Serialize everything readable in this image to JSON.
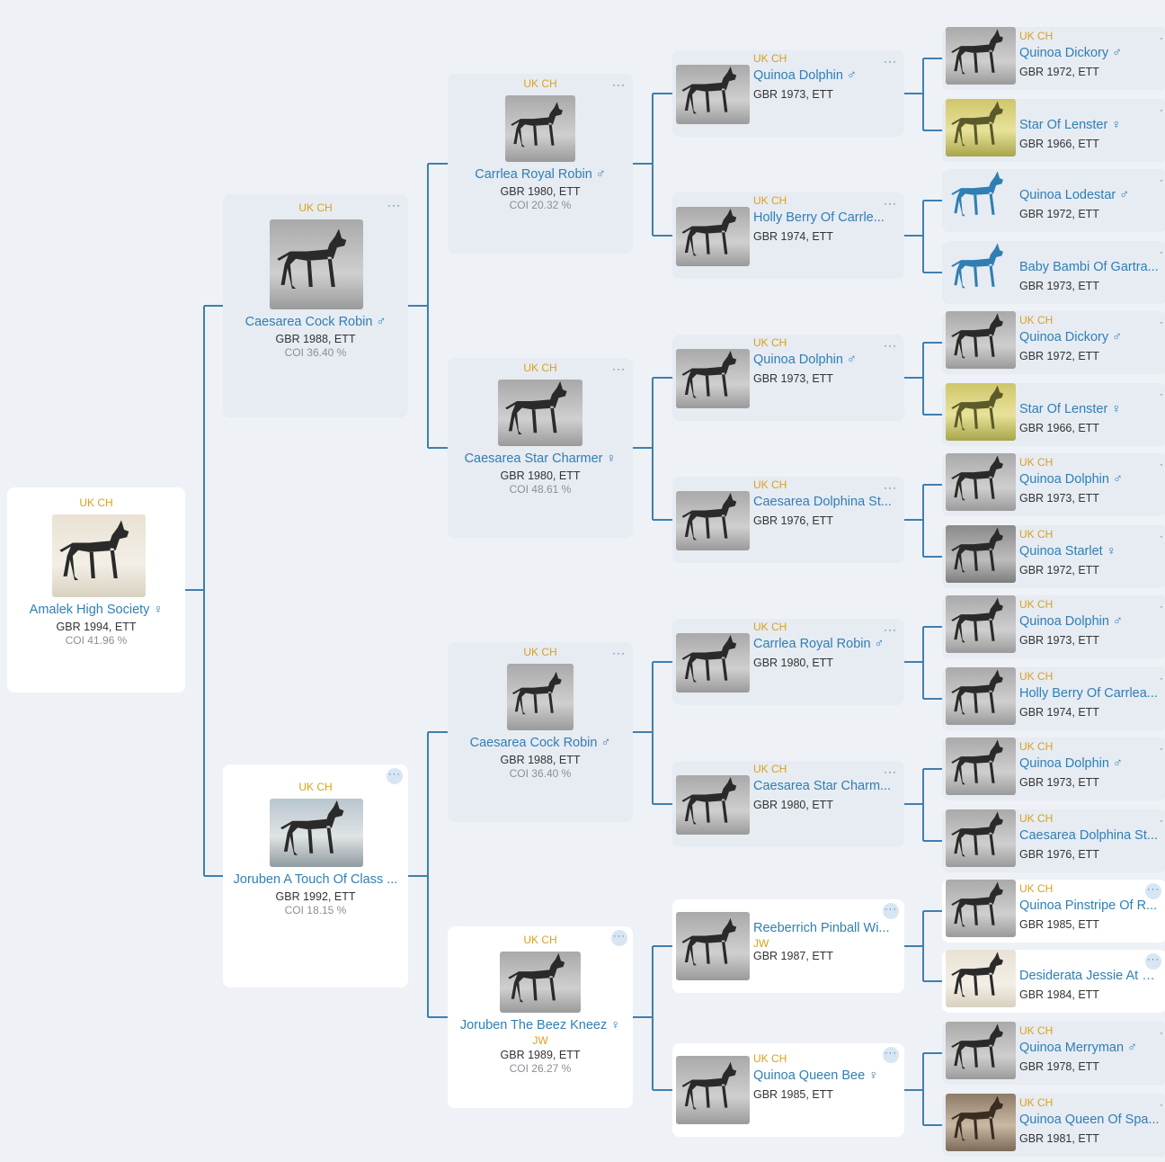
{
  "ui": {
    "more_label": "···",
    "sex_male": "♂",
    "sex_female": "♀"
  },
  "dogs": [
    {
      "id": "root",
      "title": "UK CH",
      "name": "Amalek High Society",
      "sex": "female",
      "meta_gbr": "GBR 1994,",
      "meta_breed": "ETT",
      "coi": "COI 41.96 %",
      "photo": "color"
    },
    {
      "id": "g1a",
      "title": "UK CH",
      "name": "Caesarea Cock Robin",
      "sex": "male",
      "meta_gbr": "GBR 1988,",
      "meta_breed": "ETT",
      "coi": "COI 36.40 %",
      "photo": "gray"
    },
    {
      "id": "g1b",
      "title": "UK CH",
      "name": "Joruben A Touch Of Class ...",
      "sex": "",
      "meta_gbr": "GBR 1992,",
      "meta_breed": "ETT",
      "coi": "COI 18.15 %",
      "photo": "blue"
    },
    {
      "id": "g2a",
      "title": "UK CH",
      "name": "Carrlea Royal Robin",
      "sex": "male",
      "meta_gbr": "GBR 1980,",
      "meta_breed": "ETT",
      "coi": "COI 20.32 %",
      "photo": "gray"
    },
    {
      "id": "g2b",
      "title": "UK CH",
      "name": "Caesarea Star Charmer",
      "sex": "female",
      "meta_gbr": "GBR 1980,",
      "meta_breed": "ETT",
      "coi": "COI 48.61 %",
      "photo": "gray"
    },
    {
      "id": "g2c",
      "title": "UK CH",
      "name": "Caesarea Cock Robin",
      "sex": "male",
      "meta_gbr": "GBR 1988,",
      "meta_breed": "ETT",
      "coi": "COI 36.40 %",
      "photo": "gray"
    },
    {
      "id": "g2d",
      "title": "UK CH",
      "name": "Joruben The Beez Kneez",
      "sex": "female",
      "jw": "JW",
      "meta_gbr": "GBR 1989,",
      "meta_breed": "ETT",
      "coi": "COI 26.27 %",
      "photo": "gray"
    },
    {
      "id": "g3a",
      "title": "UK CH",
      "name": "Quinoa Dolphin",
      "sex": "male",
      "meta_gbr": "GBR 1973,",
      "meta_breed": "ETT",
      "photo": "gray"
    },
    {
      "id": "g3b",
      "title": "UK CH",
      "name": "Holly Berry Of Carrle...",
      "sex": "",
      "meta_gbr": "GBR 1974,",
      "meta_breed": "ETT",
      "photo": "gray"
    },
    {
      "id": "g3c",
      "title": "UK CH",
      "name": "Quinoa Dolphin",
      "sex": "male",
      "meta_gbr": "GBR 1973,",
      "meta_breed": "ETT",
      "photo": "gray"
    },
    {
      "id": "g3d",
      "title": "UK CH",
      "name": "Caesarea Dolphina St...",
      "sex": "",
      "meta_gbr": "GBR 1976,",
      "meta_breed": "ETT",
      "photo": "gray"
    },
    {
      "id": "g3e",
      "title": "UK CH",
      "name": "Carrlea Royal Robin",
      "sex": "male",
      "meta_gbr": "GBR 1980,",
      "meta_breed": "ETT",
      "photo": "gray"
    },
    {
      "id": "g3f",
      "title": "UK CH",
      "name": "Caesarea Star Charm...",
      "sex": "",
      "meta_gbr": "GBR 1980,",
      "meta_breed": "ETT",
      "photo": "gray"
    },
    {
      "id": "g3g",
      "title": "",
      "name": "Reeberrich Pinball Wi...",
      "sex": "",
      "jw": "JW",
      "meta_gbr": "GBR 1987,",
      "meta_breed": "ETT",
      "photo": "gray"
    },
    {
      "id": "g3h",
      "title": "UK CH",
      "name": "Quinoa Queen Bee",
      "sex": "female",
      "meta_gbr": "GBR 1985,",
      "meta_breed": "ETT",
      "photo": "gray"
    },
    {
      "id": "g4a",
      "title": "UK CH",
      "name": "Quinoa Dickory",
      "sex": "male",
      "meta_gbr": "GBR 1972,",
      "meta_breed": "ETT",
      "photo": "gray"
    },
    {
      "id": "g4b",
      "title": "",
      "name": "Star Of Lenster",
      "sex": "female",
      "meta_gbr": "GBR 1966,",
      "meta_breed": "ETT",
      "photo": "yellow"
    },
    {
      "id": "g4c",
      "title": "",
      "name": "Quinoa Lodestar",
      "sex": "male",
      "meta_gbr": "GBR 1972,",
      "meta_breed": "ETT",
      "photo": "none"
    },
    {
      "id": "g4d",
      "title": "",
      "name": "Baby Bambi Of Gartra...",
      "sex": "",
      "meta_gbr": "GBR 1973,",
      "meta_breed": "ETT",
      "photo": "none"
    },
    {
      "id": "g4e",
      "title": "UK CH",
      "name": "Quinoa Dickory",
      "sex": "male",
      "meta_gbr": "GBR 1972,",
      "meta_breed": "ETT",
      "photo": "gray"
    },
    {
      "id": "g4f",
      "title": "",
      "name": "Star Of Lenster",
      "sex": "female",
      "meta_gbr": "GBR 1966,",
      "meta_breed": "ETT",
      "photo": "yellow"
    },
    {
      "id": "g4g",
      "title": "UK CH",
      "name": "Quinoa Dolphin",
      "sex": "male",
      "meta_gbr": "GBR 1973,",
      "meta_breed": "ETT",
      "photo": "gray"
    },
    {
      "id": "g4h",
      "title": "UK CH",
      "name": "Quinoa Starlet",
      "sex": "female",
      "meta_gbr": "GBR 1972,",
      "meta_breed": "ETT",
      "photo": "dark"
    },
    {
      "id": "g4i",
      "title": "UK CH",
      "name": "Quinoa Dolphin",
      "sex": "male",
      "meta_gbr": "GBR 1973,",
      "meta_breed": "ETT",
      "photo": "gray"
    },
    {
      "id": "g4j",
      "title": "UK CH",
      "name": "Holly Berry Of Carrlea...",
      "sex": "",
      "meta_gbr": "GBR 1974,",
      "meta_breed": "ETT",
      "photo": "gray"
    },
    {
      "id": "g4k",
      "title": "UK CH",
      "name": "Quinoa Dolphin",
      "sex": "male",
      "meta_gbr": "GBR 1973,",
      "meta_breed": "ETT",
      "photo": "gray"
    },
    {
      "id": "g4l",
      "title": "UK CH",
      "name": "Caesarea Dolphina St...",
      "sex": "",
      "meta_gbr": "GBR 1976,",
      "meta_breed": "ETT",
      "photo": "gray"
    },
    {
      "id": "g4m",
      "title": "UK CH",
      "name": "Quinoa Pinstripe Of R...",
      "sex": "",
      "meta_gbr": "GBR 1985,",
      "meta_breed": "ETT",
      "photo": "gray"
    },
    {
      "id": "g4n",
      "title": "",
      "name": "Desiderata Jessie At D...",
      "sex": "",
      "meta_gbr": "GBR 1984,",
      "meta_breed": "ETT",
      "photo": "color"
    },
    {
      "id": "g4o",
      "title": "UK CH",
      "name": "Quinoa Merryman",
      "sex": "male",
      "meta_gbr": "GBR 1978,",
      "meta_breed": "ETT",
      "photo": "gray"
    },
    {
      "id": "g4p",
      "title": "UK CH",
      "name": "Quinoa Queen Of Spa...",
      "sex": "",
      "meta_gbr": "GBR 1981,",
      "meta_breed": "ETT",
      "photo": "sepia"
    }
  ],
  "colors": {
    "link": "#2f7fb3",
    "title_gold": "#d9a21b",
    "connector": "#3f7fb0",
    "card_highlight": "#ffffff",
    "card_muted": "#e7ebf2",
    "background": "#eef1f6"
  },
  "icons": {
    "more": "more-dots-icon",
    "placeholder": "dog-silhouette-icon",
    "male": "male-icon",
    "female": "female-icon"
  }
}
